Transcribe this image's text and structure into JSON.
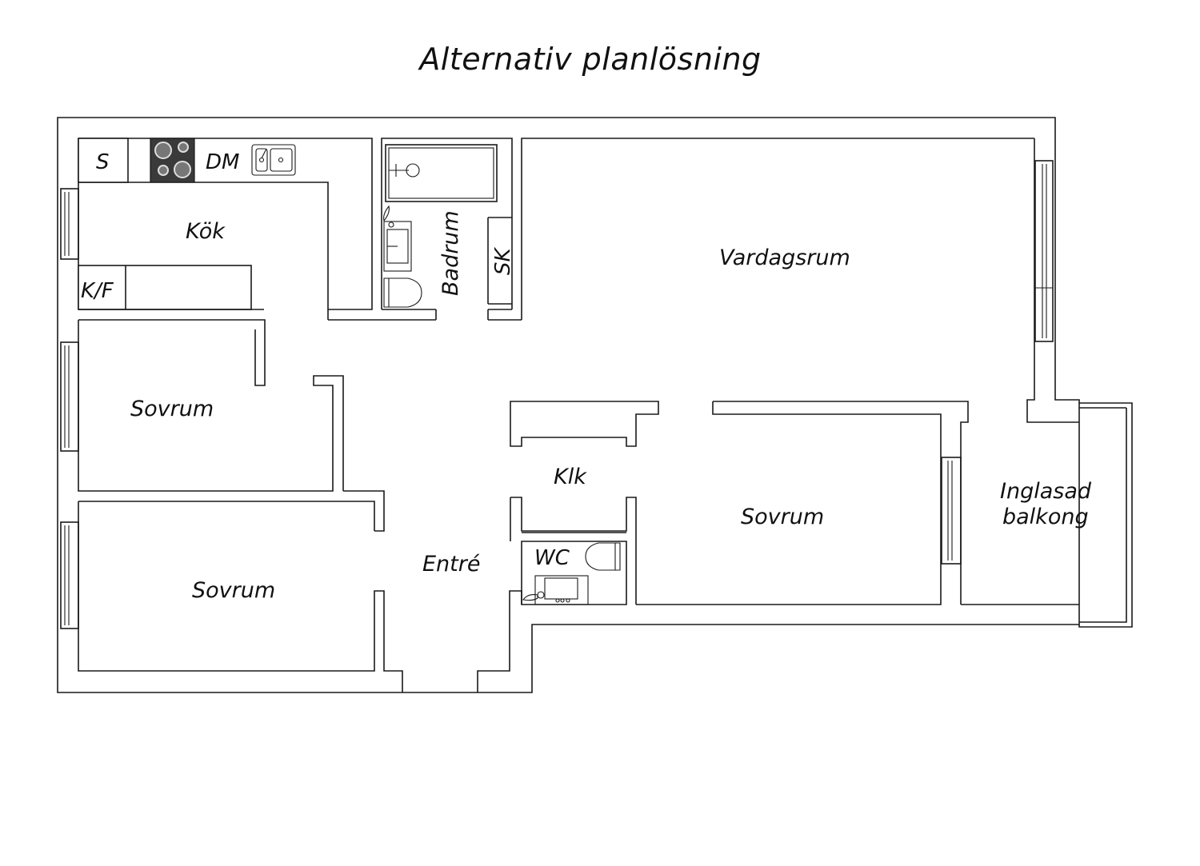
{
  "title": "Alternativ planlösning",
  "rooms": {
    "kok": "Kök",
    "vardagsrum": "Vardagsrum",
    "badrum": "Badrum",
    "sovrum_1": "Sovrum",
    "sovrum_2": "Sovrum",
    "sovrum_3": "Sovrum",
    "klk": "Klk",
    "entre": "Entré",
    "wc": "WC",
    "balkong_line1": "Inglasad",
    "balkong_line2": "balkong"
  },
  "fixtures": {
    "s": "S",
    "dm": "DM",
    "kf": "K/F",
    "sk": "SK"
  },
  "colors": {
    "line": "#1a1a1a",
    "stove": "#3a3a3a",
    "background": "#ffffff"
  }
}
